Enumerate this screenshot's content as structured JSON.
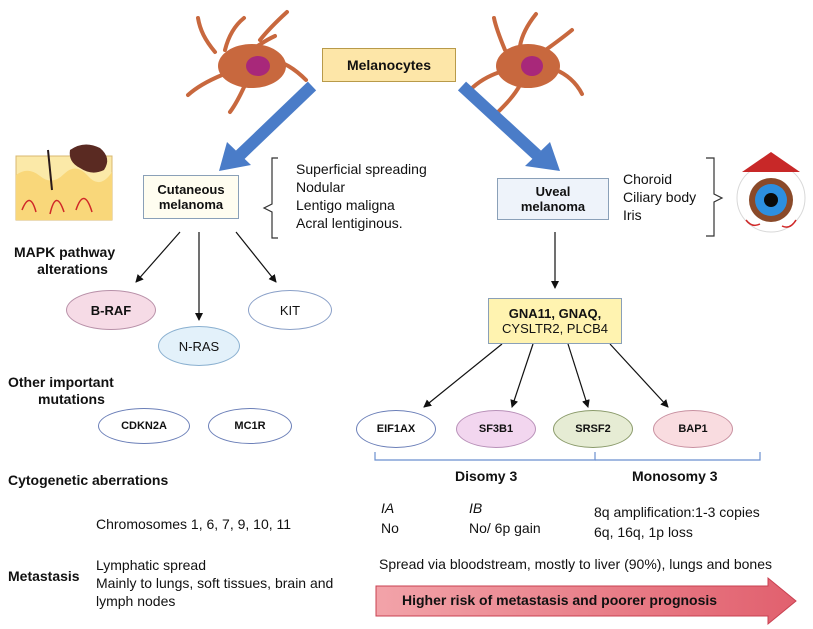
{
  "melanocytes": "Melanocytes",
  "cutaneous": {
    "line1": "Cutaneous",
    "line2": "melanoma",
    "subtypes": [
      "Superficial spreading",
      "Nodular",
      "Lentigo maligna",
      "Acral lentiginous."
    ]
  },
  "uveal": {
    "line1": "Uveal",
    "line2": "melanoma",
    "sites": [
      "Choroid",
      "Ciliary body",
      "Iris"
    ]
  },
  "rows": {
    "mapk_line1": "MAPK pathway",
    "mapk_line2": "alterations",
    "other_line1": "Other important",
    "other_line2": "mutations",
    "cyto": "Cytogenetic aberrations",
    "metastasis": "Metastasis"
  },
  "mapk_genes": {
    "braf": "B-RAF",
    "nras": "N-RAS",
    "kit": "KIT"
  },
  "other_genes": {
    "cdkn2a": "CDKN2A",
    "mc1r": "MC1R"
  },
  "gna": {
    "line1": "GNA11, GNAQ,",
    "line2": "CYSLTR2, PLCB4"
  },
  "uveal_genes": {
    "eif1ax": "EIF1AX",
    "sf3b1": "SF3B1",
    "srsf2": "SRSF2",
    "bap1": "BAP1"
  },
  "disomy": "Disomy 3",
  "monosomy": "Monosomy 3",
  "cutaneous_cyto": "Chromosomes 1, 6, 7, 9, 10, 11",
  "ia": {
    "head": "IA",
    "value": "No"
  },
  "ib": {
    "head": "IB",
    "value": "No/ 6p gain"
  },
  "monosomy_detail": {
    "line1": "8q amplification:1-3 copies",
    "line2": "6q, 16q, 1p loss"
  },
  "cutaneous_metastasis": [
    "Lymphatic spread",
    "Mainly to lungs, soft tissues, brain and",
    "lymph nodes"
  ],
  "uveal_metastasis": "Spread via bloodstream, mostly to liver (90%), lungs and bones",
  "risk_arrow": "Higher risk of metastasis and poorer prognosis",
  "colors": {
    "melanocyte_box": "#fde6a8",
    "cell_body": "#c8683e",
    "nucleus": "#a8287a",
    "big_arrow": "#4a7cc8",
    "braf": "#f6dbe6",
    "nras": "#e3f1fa",
    "sf3b1": "#f2d6ef",
    "srsf2": "#e6ecd4",
    "bap1": "#f9dce0",
    "gna": "#fff3b0",
    "risk_arrow": "#e8707c"
  }
}
